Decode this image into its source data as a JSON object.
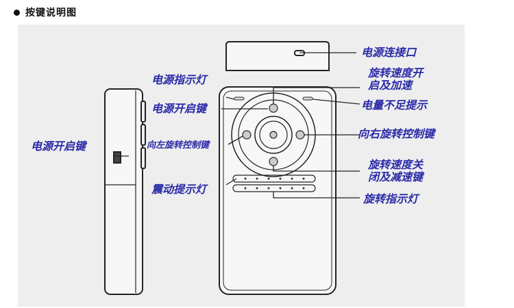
{
  "title": "按键说明图",
  "colors": {
    "label": "#2a2aa8",
    "panel": "#eeeeee",
    "outline": "#222222"
  },
  "labels": {
    "power_port": "电源连接口",
    "power_indicator": "电源指示灯",
    "rotation_speed_up_line1": "旋转速度开",
    "rotation_speed_up_line2": "启及加速",
    "power_switch_center": "电源开启键",
    "low_battery": "电量不足提示",
    "power_switch_side": "电源开启键",
    "rotate_left": "向左旋转控制键",
    "rotate_right": "向右旋转控制键",
    "rotation_speed_down_line1": "旋转速度关",
    "rotation_speed_down_line2": "闭及减速键",
    "vibration_indicator": "震动提示灯",
    "rotation_indicator": "旋转指示灯"
  }
}
